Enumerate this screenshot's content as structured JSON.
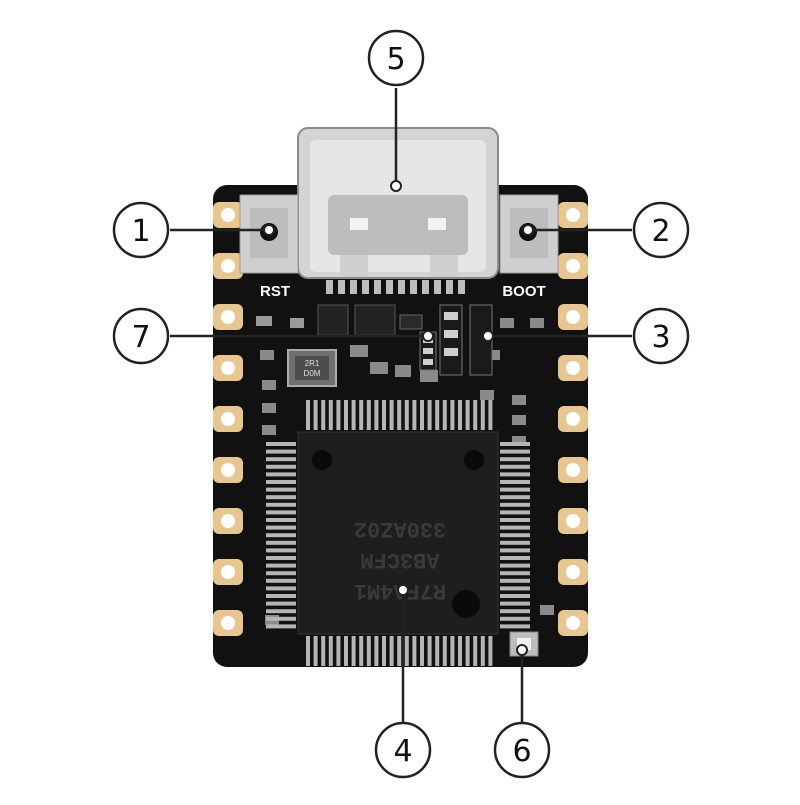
{
  "board": {
    "silkscreen": {
      "rst": "RST",
      "boot": "BOOT"
    },
    "chip_marking": [
      "R7FA4M1",
      "AB3CFM",
      "330AZ02"
    ],
    "inductor_marking": [
      "2R1",
      "D0M"
    ]
  },
  "callouts": [
    {
      "id": "rst-button",
      "number": "1"
    },
    {
      "id": "boot-button",
      "number": "2"
    },
    {
      "id": "led-right",
      "number": "3"
    },
    {
      "id": "mcu-chip",
      "number": "4"
    },
    {
      "id": "usb-c-port",
      "number": "5"
    },
    {
      "id": "rgb-led",
      "number": "6"
    },
    {
      "id": "led-left",
      "number": "7"
    }
  ],
  "colors": {
    "pcb": "#111111",
    "pad_gold": "#e7c78f",
    "chip": "#1e1e1e",
    "usb_metal": "#d4d4d4",
    "callout_line": "#222222"
  }
}
